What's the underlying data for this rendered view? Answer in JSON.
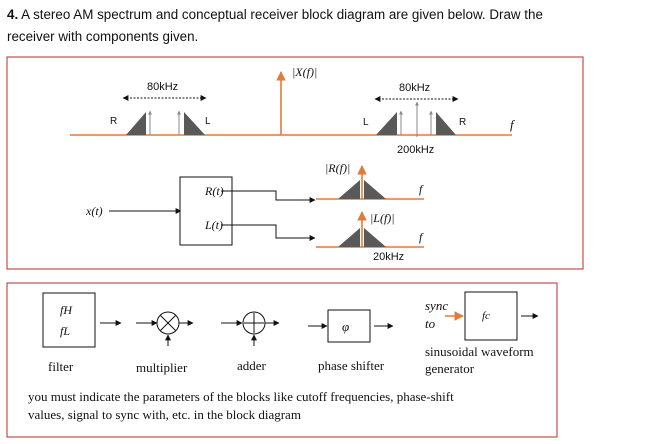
{
  "question": {
    "number": "4.",
    "line1": "A stereo AM spectrum and conceptual receiver block diagram are given below. Draw the",
    "line2": "receiver with components given."
  },
  "spectrum": {
    "bandwidth_left": "80kHz",
    "bandwidth_right": "80kHz",
    "magnitude_label": "|X(f)|",
    "r_left": "R",
    "l_left": "L",
    "l_right": "L",
    "r_right": "R",
    "freq_axis": "f",
    "carrier_label": "200kHz"
  },
  "receiver": {
    "input_label": "x(t)",
    "out_r": "R(t)",
    "out_l": "L(t)",
    "r_spectrum_label": "|R(f)|",
    "l_spectrum_label": "|L(f)|",
    "r_axis": "f",
    "l_axis": "f",
    "baseband_label": "20kHz"
  },
  "components": {
    "filter_fh": "fH",
    "filter_fl": "fL",
    "filter": "filter",
    "multiplier": "multiplier",
    "adder": "adder",
    "phase_symbol": "φ",
    "phase_shifter": "phase shifter",
    "sync": "sync",
    "to": "to",
    "fc": "fc",
    "sinusoidal_line1": "sinusoidal waveform",
    "sinusoidal_line2": "generator"
  },
  "note": {
    "line1": "you must indicate the parameters of the blocks like cutoff frequencies, phase-shift",
    "line2": "values, signal to sync with, etc. in the block diagram"
  },
  "colors": {
    "accent": "#e07b39",
    "frame": "#c0504d",
    "spectrum_fill": "#595959"
  }
}
